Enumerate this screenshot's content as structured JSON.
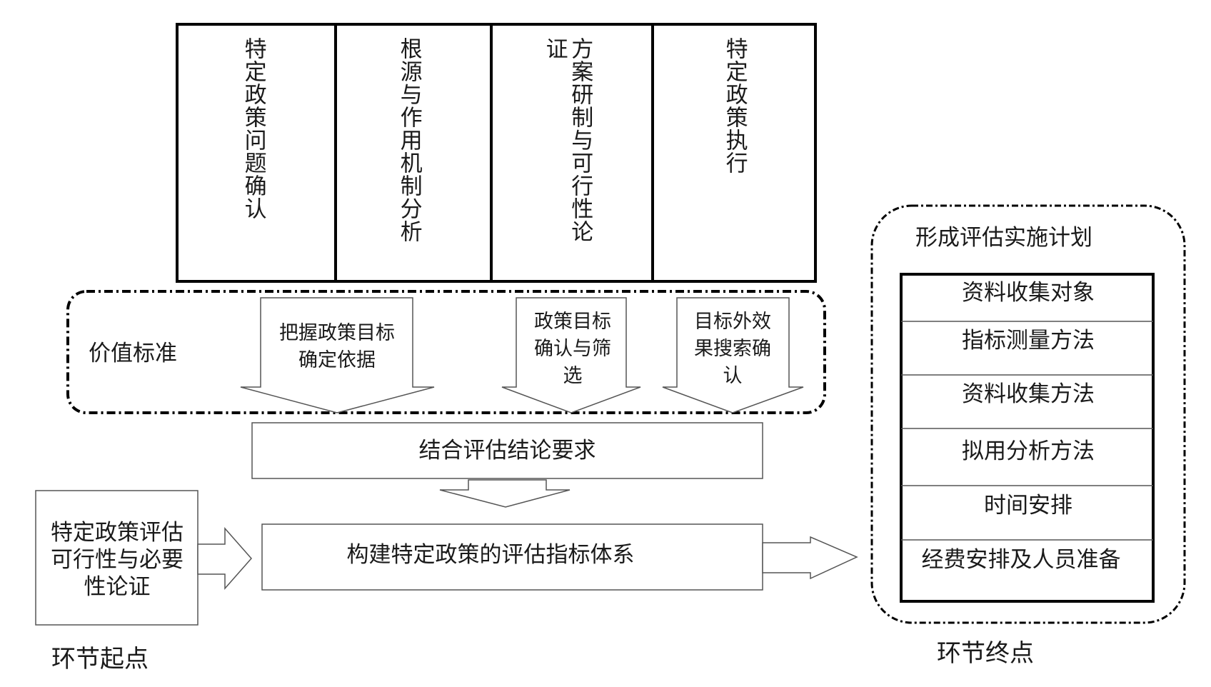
{
  "stages": [
    {
      "label": "特定政策问题确认"
    },
    {
      "label": "根源与作用机制分析"
    },
    {
      "label": "方案研制与可行性论证"
    },
    {
      "label": "特定政策执行"
    }
  ],
  "value_standard": "价值标准",
  "down_arrows": [
    {
      "text": "把握政策目标确定依据"
    },
    {
      "text": "政策目标确认与筛选"
    },
    {
      "text": "目标外效果搜索确认"
    }
  ],
  "combine_box": "结合评估结论要求",
  "start_box": "特定政策评估可行性与必要性论证",
  "main_box": "构建特定政策的评估指标体系",
  "plan": {
    "title": "形成评估实施计划",
    "rows": [
      "资料收集对象",
      "指标测量方法",
      "资料收集方法",
      "拟用分析方法",
      "时间安排",
      "经费安排及人员准备"
    ]
  },
  "start_label": "环节起点",
  "end_label": "环节终点"
}
